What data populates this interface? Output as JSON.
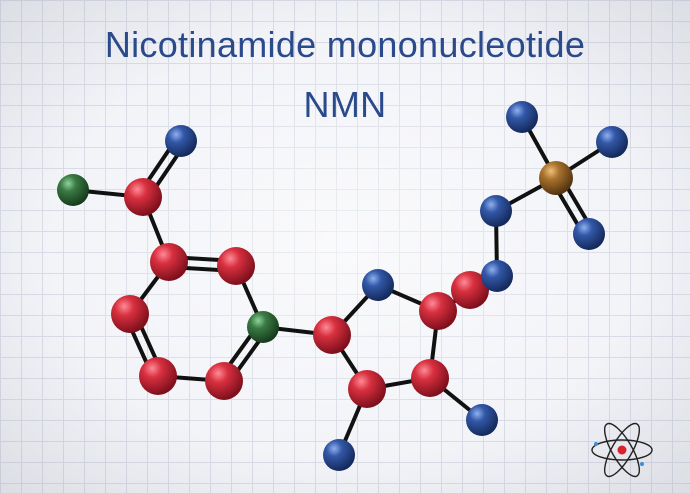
{
  "title": "Nicotinamide mononucleotide",
  "subtitle": "NMN",
  "colors": {
    "background": "#f3f4f8",
    "grid": "#d9dce6",
    "title": "#2b4a8c",
    "bond": "#111111",
    "carbon": "#c8283a",
    "oxygen": "#2c4f9c",
    "nitrogen": "#2f6b3a",
    "phosphorus": "#9a6a2a"
  },
  "atoms": [
    {
      "id": "c1",
      "element": "carbon"
    },
    {
      "id": "o1",
      "element": "oxygen"
    },
    {
      "id": "n1",
      "element": "nitrogen"
    },
    {
      "id": "c2",
      "element": "carbon"
    },
    {
      "id": "c3",
      "element": "carbon"
    },
    {
      "id": "c4",
      "element": "carbon"
    },
    {
      "id": "c5",
      "element": "carbon"
    },
    {
      "id": "c6",
      "element": "carbon"
    },
    {
      "id": "n2",
      "element": "nitrogen"
    },
    {
      "id": "c7",
      "element": "carbon"
    },
    {
      "id": "o2",
      "element": "oxygen"
    },
    {
      "id": "c8",
      "element": "carbon"
    },
    {
      "id": "c9",
      "element": "carbon"
    },
    {
      "id": "c10",
      "element": "carbon"
    },
    {
      "id": "o3",
      "element": "oxygen"
    },
    {
      "id": "o4",
      "element": "oxygen"
    },
    {
      "id": "c11",
      "element": "carbon"
    },
    {
      "id": "o5",
      "element": "oxygen"
    },
    {
      "id": "o6",
      "element": "oxygen"
    },
    {
      "id": "p1",
      "element": "phosphorus"
    },
    {
      "id": "o7",
      "element": "oxygen"
    },
    {
      "id": "o8",
      "element": "oxygen"
    },
    {
      "id": "o9",
      "element": "oxygen"
    }
  ],
  "bonds": [
    {
      "a": "c1",
      "b": "o1",
      "order": 2
    },
    {
      "a": "c1",
      "b": "n1",
      "order": 1
    },
    {
      "a": "c1",
      "b": "c2",
      "order": 1
    },
    {
      "a": "c2",
      "b": "c3",
      "order": 2
    },
    {
      "a": "c3",
      "b": "n2",
      "order": 1
    },
    {
      "a": "c2",
      "b": "c4",
      "order": 1
    },
    {
      "a": "c4",
      "b": "c5",
      "order": 2
    },
    {
      "a": "c5",
      "b": "c6",
      "order": 1
    },
    {
      "a": "c6",
      "b": "n2",
      "order": 2
    },
    {
      "a": "n2",
      "b": "c7",
      "order": 1
    },
    {
      "a": "c7",
      "b": "o2",
      "order": 1
    },
    {
      "a": "o2",
      "b": "c8",
      "order": 1
    },
    {
      "a": "c8",
      "b": "c9",
      "order": 1
    },
    {
      "a": "c9",
      "b": "c10",
      "order": 1
    },
    {
      "a": "c10",
      "b": "c7",
      "order": 1
    },
    {
      "a": "c10",
      "b": "o3",
      "order": 1
    },
    {
      "a": "c9",
      "b": "o4",
      "order": 1
    },
    {
      "a": "c8",
      "b": "c11",
      "order": 1
    },
    {
      "a": "c11",
      "b": "o5",
      "order": 1
    },
    {
      "a": "o5",
      "b": "o6",
      "order": 1
    },
    {
      "a": "o6",
      "b": "p1",
      "order": 1
    },
    {
      "a": "p1",
      "b": "o7",
      "order": 1
    },
    {
      "a": "p1",
      "b": "o8",
      "order": 1
    },
    {
      "a": "p1",
      "b": "o9",
      "order": 2
    }
  ],
  "icons": [
    "atom-icon"
  ]
}
